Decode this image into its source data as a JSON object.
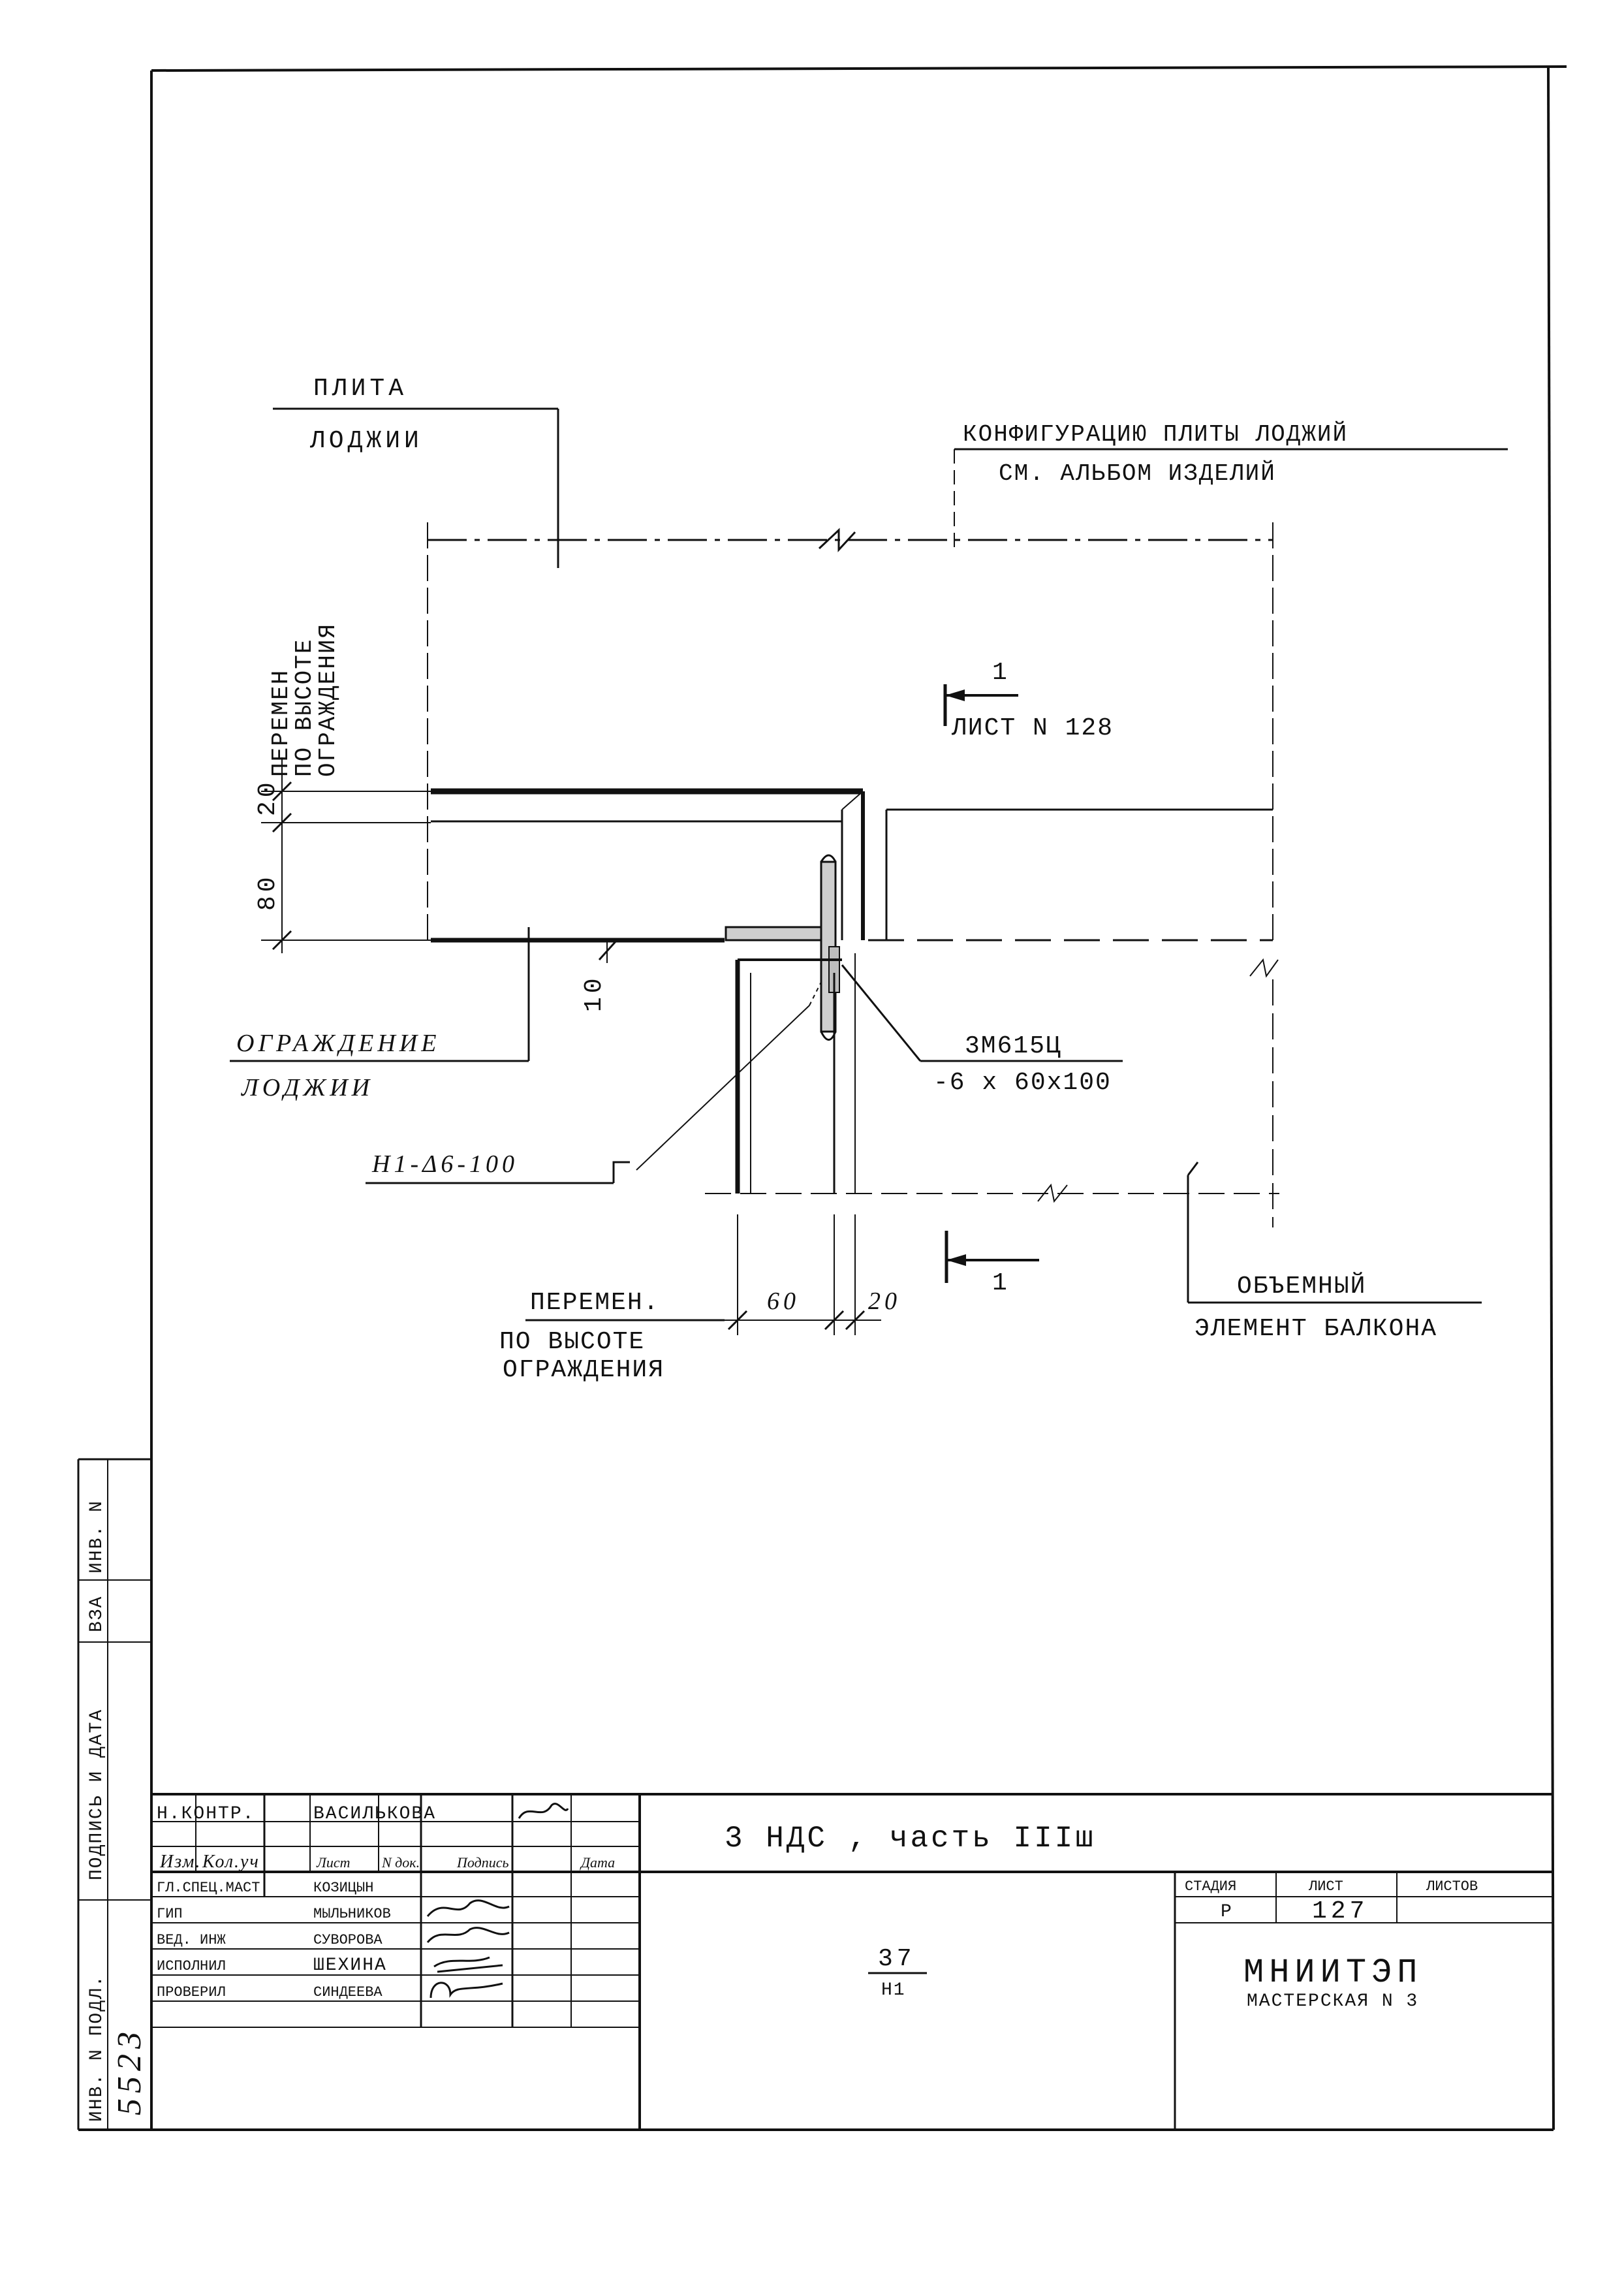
{
  "drawing": {
    "slab_label": [
      "ПЛИТА",
      "ЛОДЖИИ"
    ],
    "configuration_note": [
      "КОНФИГУРАЦИЮ ПЛИТЫ ЛОДЖИЙ",
      "СМ. АЛЬБОМ ИЗДЕЛИЙ"
    ],
    "variable_height_note": [
      "ПЕРЕМЕН",
      "ПО ВЫСОТЕ",
      "ОГРАЖДЕНИЯ"
    ],
    "dim_20_top": "20",
    "dim_80": "80",
    "dim_10": "10",
    "dim_60": "60",
    "dim_20_bottom": "20",
    "section_mark_top": "1",
    "section_sheet_ref": "ЛИСТ N 128",
    "section_mark_bottom": "1",
    "fence_label": [
      "ОГРАЖДЕНИЕ",
      "ЛОДЖИИ"
    ],
    "weld_note": [
      "3М615Ц",
      "-6 х 60х100"
    ],
    "rebar_note": "Н1-Δ6-100",
    "variable_height_note_bottom": [
      "ПЕРЕМЕН.",
      "ПО ВЫСОТЕ",
      "ОГРАЖДЕНИЯ"
    ],
    "balcony_label": [
      "ОБЪЕМНЫЙ",
      "ЭЛЕМЕНТ БАЛКОНА"
    ]
  },
  "side_stamp": [
    "ИНВ. N",
    "ВЗА",
    "ПОДПИСЬ И ДАТА",
    "ИНВ. N ПОДЛ."
  ],
  "side_stamp_handwritten": "5523",
  "title_block": {
    "n_kontr_label": "Н.КОНТР.",
    "n_kontr_name": "ВАСИЛЬКОВА",
    "col_headers": [
      "Изм.",
      "Кол.уч",
      "Лист",
      "N док.",
      "Подпись",
      "Дата"
    ],
    "rows": [
      {
        "role": "ГЛ.СПЕЦ.МАСТ",
        "name": "КОЗИЦЫН"
      },
      {
        "role": "ГИП",
        "name": "МЫЛЬНИКОВ"
      },
      {
        "role": "ВЕД. ИНЖ",
        "name": "СУВОРОВА"
      },
      {
        "role": "ИСПОЛНИЛ",
        "name": "ШЕХИНА"
      },
      {
        "role": "ПРОВЕРИЛ",
        "name": "СИНДЕЕВА"
      }
    ],
    "project_title": "3 НДС , часть IIIш",
    "doc_number": "37",
    "doc_sub": "Н1",
    "stage_headers": [
      "СТАДИЯ",
      "ЛИСТ",
      "ЛИСТОВ"
    ],
    "stage": "Р",
    "sheet": "127",
    "sheets_total": "",
    "org_name": "МНИИТЭП",
    "org_sub": "МАСТЕРСКАЯ N 3"
  }
}
